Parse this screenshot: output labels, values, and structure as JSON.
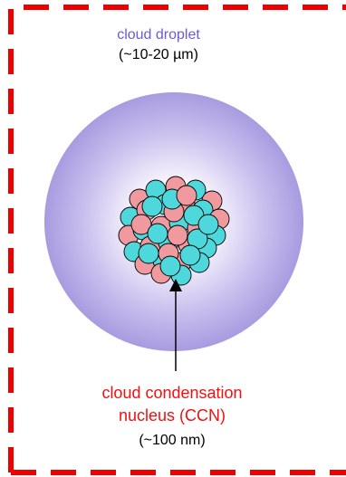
{
  "droplet": {
    "title": "cloud droplet",
    "size": "(~10-20 µm)"
  },
  "ccn": {
    "title_line1": "cloud condensation",
    "title_line2": "nucleus (CCN)",
    "size": "(~100 nm)"
  },
  "colors": {
    "frame_dash": "#ee0000",
    "droplet_outer": "#a89be0",
    "droplet_inner": "#ffffff",
    "particle_pink": "#f09aa0",
    "particle_cyan": "#4fd8dc",
    "particle_stroke": "#000000",
    "droplet_label": "#6a5bd8",
    "ccn_label": "#ee1111",
    "arrow": "#000000"
  }
}
